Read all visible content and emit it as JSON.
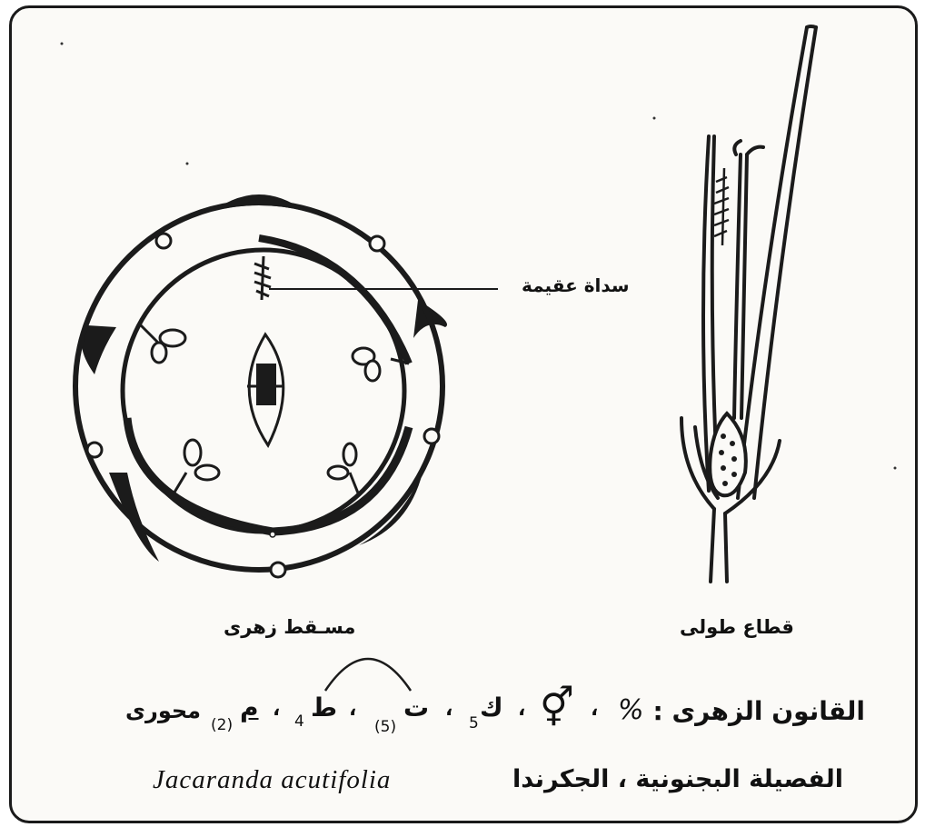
{
  "diagram": {
    "labels": {
      "staminode": "سداة عقيمة",
      "floral_diagram": "مسـقط زهرى",
      "longitudinal_section": "قطاع طولى"
    },
    "floral_formula": {
      "title": "القانون الزهرى :",
      "symmetry": "%",
      "sex_symbol": "⚥",
      "sep": "،",
      "calyx": "ك",
      "calyx_count": "5",
      "corolla": "ت",
      "corolla_count": "(5)",
      "stamens": "ط",
      "stamens_count": "4",
      "ovary": "م",
      "ovary_count": "(2)",
      "placentation": "محورى"
    },
    "species": {
      "arabic": "الفصيلة البجنونية ، الجكرندا",
      "latin": "Jacaranda  acutifolia"
    }
  }
}
